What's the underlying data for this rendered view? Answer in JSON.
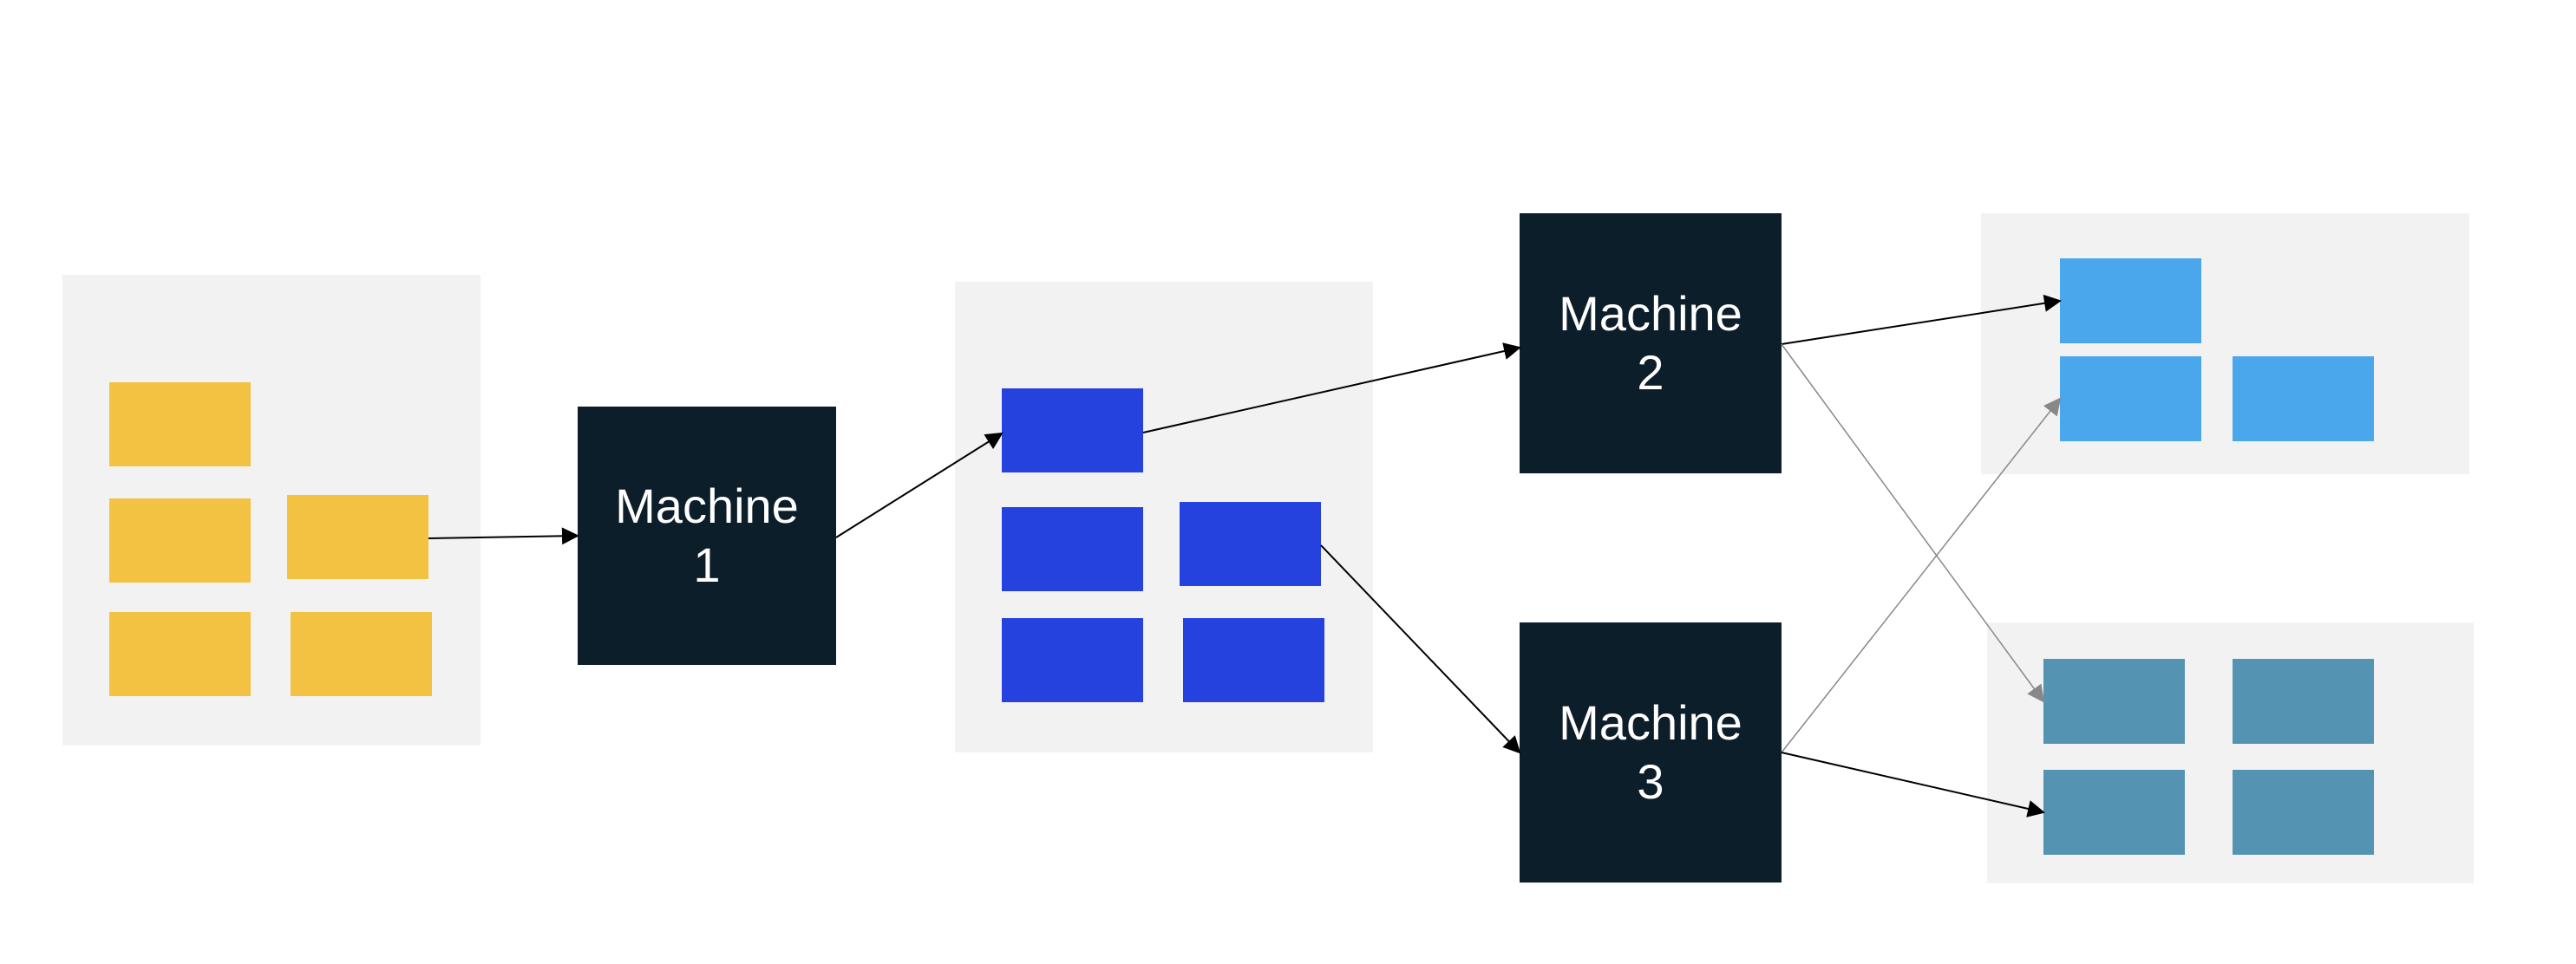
{
  "colors": {
    "panel": "#f2f2f2",
    "machine": "#0d1e2b",
    "machine_text": "#ffffff",
    "block_yellow": "#f4c243",
    "block_blue": "#2542de",
    "block_lightblue": "#4aa7ec",
    "block_teal": "#5494b2",
    "arrow_dark": "#000000",
    "arrow_gray": "#888888"
  },
  "machines": [
    {
      "line1": "Machine",
      "line2": "1"
    },
    {
      "line1": "Machine",
      "line2": "2"
    },
    {
      "line1": "Machine",
      "line2": "3"
    }
  ]
}
